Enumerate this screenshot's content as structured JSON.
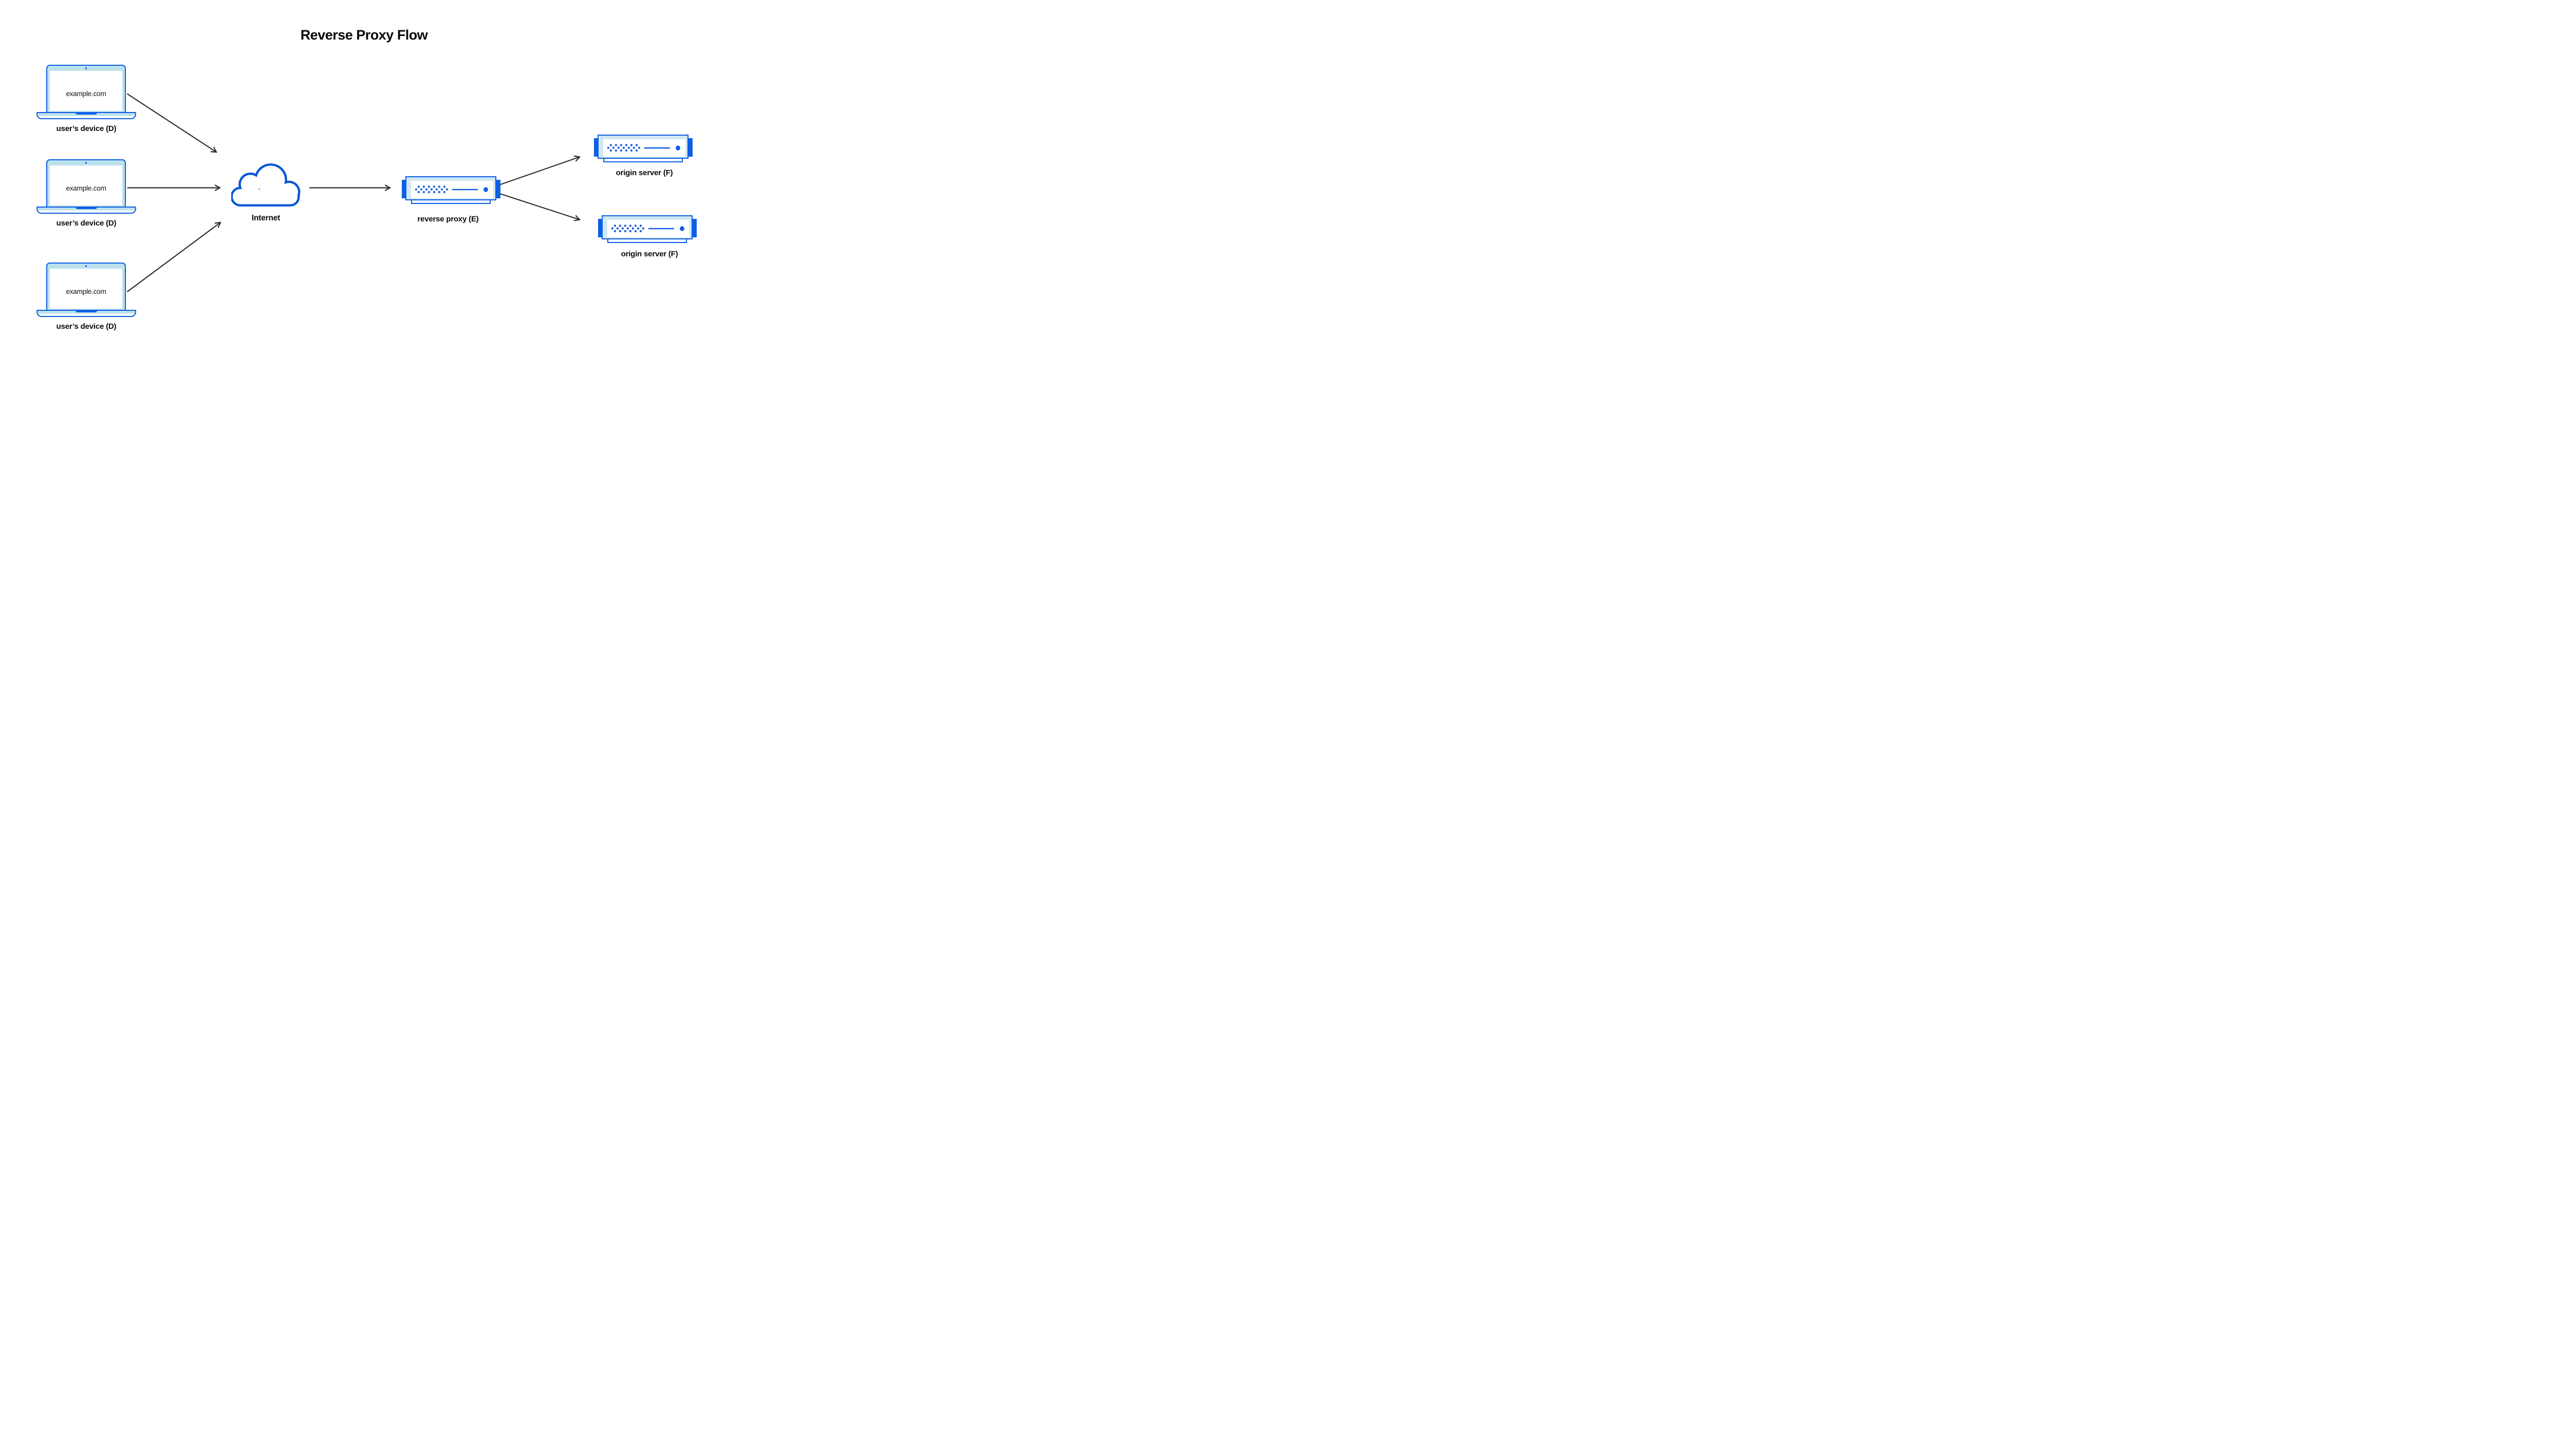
{
  "title": "Reverse Proxy Flow",
  "devices": [
    {
      "id": "laptop-1",
      "screen_text": "example.com",
      "label": "user’s device (D)",
      "icon": "laptop-icon"
    },
    {
      "id": "laptop-2",
      "screen_text": "example.com",
      "label": "user’s device (D)",
      "icon": "laptop-icon"
    },
    {
      "id": "laptop-3",
      "screen_text": "example.com",
      "label": "user’s device (D)",
      "icon": "laptop-icon"
    }
  ],
  "internet": {
    "id": "internet",
    "label": "Internet",
    "icon": "cloud-icon"
  },
  "reverse_proxy": {
    "id": "reverse-proxy",
    "label": "reverse proxy (E)",
    "icon": "server-icon"
  },
  "origin_servers": [
    {
      "id": "origin-server-1",
      "label": "origin server (F)",
      "icon": "server-icon"
    },
    {
      "id": "origin-server-2",
      "label": "origin server (F)",
      "icon": "server-icon"
    }
  ],
  "connections": [
    {
      "from": "laptop-1",
      "to": "internet"
    },
    {
      "from": "laptop-2",
      "to": "internet"
    },
    {
      "from": "laptop-3",
      "to": "internet"
    },
    {
      "from": "internet",
      "to": "reverse-proxy"
    },
    {
      "from": "reverse-proxy",
      "to": "origin-server-1"
    },
    {
      "from": "reverse-proxy",
      "to": "origin-server-2"
    }
  ],
  "colors": {
    "border_blue": "#0b5ce2",
    "bright_blue": "#0d5fe6",
    "dot_blue": "#1e5ed8",
    "cloud_blue": "#0857d9",
    "laptop_fill": "#bce1ee",
    "server_fill": "#cfe8f3",
    "arrow": "#2e2e2e",
    "text": "#0a0a0a",
    "background": "#ffffff"
  }
}
